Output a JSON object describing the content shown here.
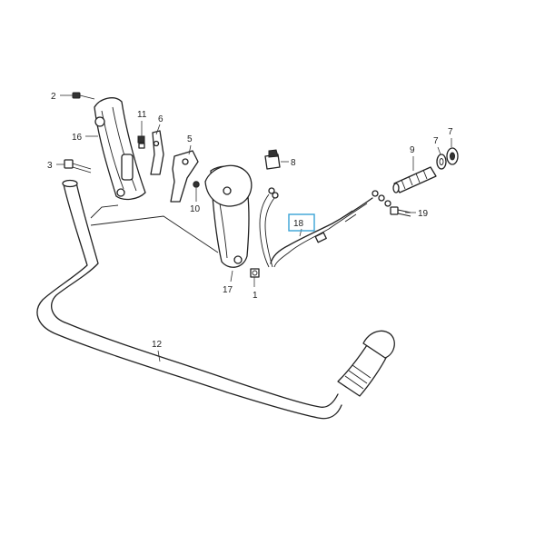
{
  "callouts": {
    "c1": "1",
    "c2": "2",
    "c3": "3",
    "c5": "5",
    "c6": "6",
    "c7a": "7",
    "c7b": "7",
    "c8": "8",
    "c9": "9",
    "c10": "10",
    "c11": "11",
    "c12": "12",
    "c16": "16",
    "c17": "17",
    "c18": "18",
    "c19": "19"
  },
  "colors": {
    "line": "#222222",
    "highlight": "#39a3d6"
  }
}
